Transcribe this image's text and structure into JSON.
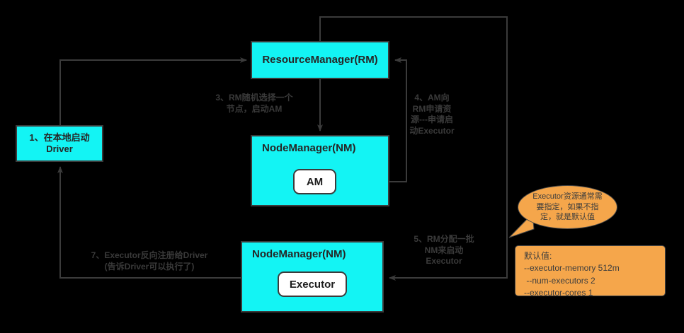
{
  "diagram": {
    "title": "Spark on YARN cluster submit flow",
    "background_color": "#000000",
    "node_fill": "#13F4F4",
    "note_fill": "#F5A64B",
    "stroke_color": "#3b3b3b",
    "label_color": "#3a3a3a"
  },
  "nodes": {
    "driver": {
      "label": "1、在本地启动\nDriver"
    },
    "resource_manager": {
      "label": "ResourceManager(RM)"
    },
    "node_manager_am": {
      "label": "NodeManager(NM)"
    },
    "am": {
      "label": "AM"
    },
    "node_manager_executor": {
      "label": "NodeManager(NM)"
    },
    "executor": {
      "label": "Executor"
    }
  },
  "edge_labels": {
    "step3": "3、RM随机选择一个\n节点，启动AM",
    "step4": "4、AM向\nRM申请资\n源---申请启\n动Executor",
    "step5": "5、RM分配一批\nNM来启动\nExecutor",
    "step7": "7、Executor反向注册给Driver\n(告诉Driver可以执行了)"
  },
  "annotations": {
    "callout": {
      "text": "Executor资源通常需\n要指定，如果不指\n定，就是默认值"
    },
    "defaults_note": {
      "lines": [
        "默认值:",
        "--executor-memory 512m",
        " --num-executors 2",
        "--executor-cores 1"
      ]
    }
  }
}
